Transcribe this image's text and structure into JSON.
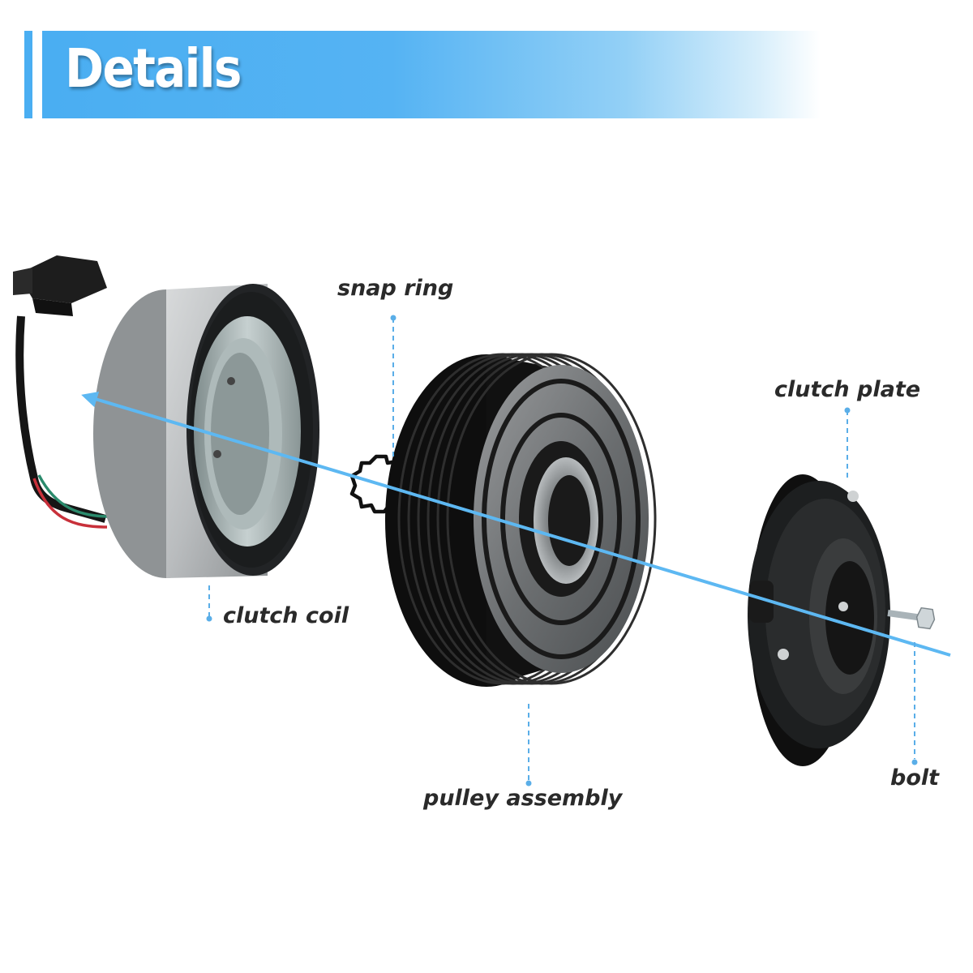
{
  "header": {
    "title": "Details"
  },
  "callouts": {
    "snap_ring": "snap ring",
    "clutch_plate": "clutch plate",
    "clutch_coil": "clutch coil",
    "pulley_assembly": "pulley assembly",
    "bolt": "bolt"
  },
  "colors": {
    "accent": "#4aaef2",
    "axis": "#5db8f2",
    "leader": "#5aaee8",
    "label_text": "#2a2a2a"
  }
}
